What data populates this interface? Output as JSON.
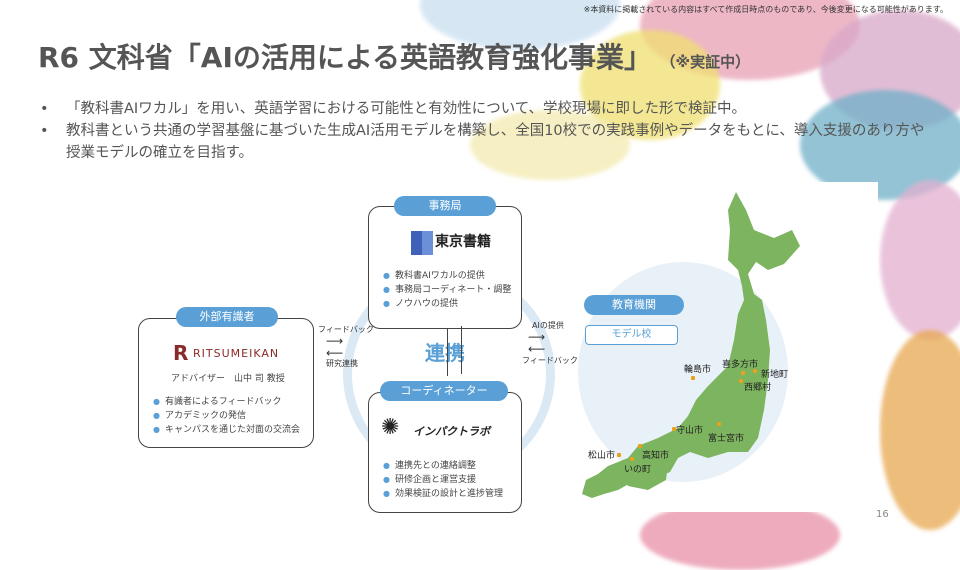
{
  "notice": "※本資料に掲載されている内容はすべて作成日時点のものであり、今後変更になる可能性があります。",
  "title": "R6 文科省「AIの活用による英語教育強化事業」",
  "title_sub": "（※実証中）",
  "bullets": [
    "「教科書AIワカル」を用い、英語学習における可能性と有効性について、学校現場に即した形で検証中。",
    "教科書という共通の学習基盤に基づいた生成AI活用モデルを構築し、全国10校での実践事例やデータをもとに、導入支援のあり方や授業モデルの確立を目指す。"
  ],
  "secretariat": {
    "label": "事務局",
    "logo": "東京書籍",
    "items": [
      "教科書AIワカルの提供",
      "事務局コーディネート・調整",
      "ノウハウの提供"
    ]
  },
  "experts": {
    "label": "外部有識者",
    "logo": "RITSUMEIKAN",
    "advisor": "アドバイザー　山中 司 教授",
    "items": [
      "有識者によるフィードバック",
      "アカデミックの発信",
      "キャンパスを通じた対面の交流会"
    ]
  },
  "coordinator": {
    "label": "コーディネーター",
    "logo": "インパクトラボ",
    "items": [
      "連携先との連絡調整",
      "研修企画と運営支援",
      "効果検証の設計と進捗管理"
    ]
  },
  "center": "連携",
  "arrows": {
    "feedback_left": "フィードバック",
    "research": "研究連携",
    "ai_provide": "AIの提供",
    "feedback_right": "フィードバック"
  },
  "institutions": {
    "label": "教育機関",
    "model": "モデル校"
  },
  "cities": [
    "輪島市",
    "喜多方市",
    "新地町",
    "西郷村",
    "守山市",
    "富士宮市",
    "松山市",
    "高知市",
    "いの町"
  ],
  "page": "16"
}
